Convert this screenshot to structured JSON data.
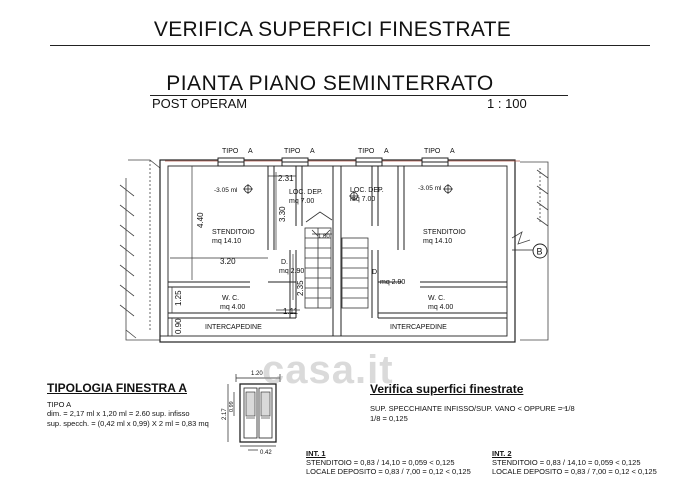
{
  "header": {
    "title": "VERIFICA SUPERFICI FINESTRATE",
    "plan_title": "PIANTA PIANO SEMINTERRATO",
    "post_operam": "POST OPERAM",
    "scale": "1 : 100"
  },
  "plan": {
    "tipo_a": [
      "TIPO",
      "A"
    ],
    "dims": {
      "d231": "2.31",
      "d440": "4.40",
      "d330": "3.30",
      "d320": "3.20",
      "d235": "2.35",
      "d125": "1.25",
      "d090": "0.90",
      "d111": "1.11",
      "d100": "1.00"
    },
    "rooms": {
      "stenditoio": "STENDITOIO",
      "stenditoio_mq": "mq 14.10",
      "loc_dep": "LOC. DEP.",
      "loc_dep_mq": "mq 7.00",
      "d": "D.",
      "d_mq": "mq 2.90",
      "wc": "W. C.",
      "wc_mq": "mq 4.00",
      "intercapedine": "INTERCAPEDINE",
      "level": "-3.05 ml"
    },
    "marker": "B"
  },
  "tipologia": {
    "title": "TIPOLOGIA FINESTRA A",
    "tipo": "TIPO  A",
    "dim": "dim. = 2,17 ml x 1,20 ml = 2.60 sup. infisso",
    "sup": "sup. specch. = (0,42 ml x 0,99) X 2 ml = 0,83 mq",
    "d120": "1.20",
    "d217": "2.17",
    "d099": "0.99",
    "d042": "0.42"
  },
  "verifica": {
    "title": "Verifica superfici finestrate",
    "formula": "SUP. SPECCHIANTE INFISSO/SUP. VANO < OPPURE = 1/8",
    "formula2": "1/8 = 0,125",
    "int1": {
      "title": "INT. 1",
      "line1": "STENDITOIO = 0,83 / 14,10 = 0,059 < 0,125",
      "line2": "LOCALE DEPOSITO  = 0,83 / 7,00 = 0,12  < 0,125"
    },
    "int2": {
      "title": "INT. 2",
      "line1": "STENDITOIO = 0,83 / 14,10 = 0,059 < 0,125",
      "line2": "LOCALE DEPOSITO  = 0,83 / 7,00 = 0,12  < 0,125"
    }
  },
  "watermark": "casa.it"
}
